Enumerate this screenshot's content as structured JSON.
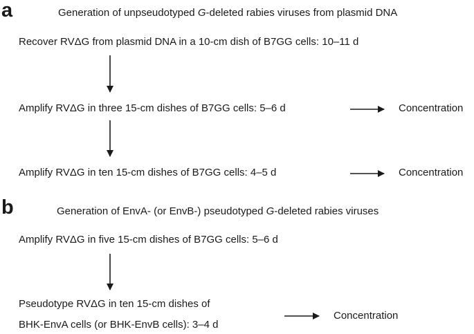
{
  "panel_a": {
    "letter": "a",
    "title": {
      "before": "Generation of unpseudotyped ",
      "italic": "G",
      "after": "-deleted rabies viruses from plasmid DNA"
    },
    "step1": "Recover RVΔG from plasmid DNA in a 10-cm dish of B7GG cells: 10–11 d",
    "step2": "Amplify RVΔG in three 15-cm dishes of B7GG cells: 5–6 d",
    "step2_output": "Concentration",
    "step3": "Amplify RVΔG in ten 15-cm dishes of B7GG cells: 4–5 d",
    "step3_output": "Concentration"
  },
  "panel_b": {
    "letter": "b",
    "title": {
      "before": "Generation of EnvA- (or EnvB-) pseudotyped ",
      "italic": "G",
      "after": "-deleted rabies viruses"
    },
    "step1": "Amplify RVΔG in five 15-cm dishes of B7GG cells: 5–6 d",
    "step2_line1": "Pseudotype RVΔG in ten 15-cm dishes of",
    "step2_line2": "BHK-EnvA cells (or BHK-EnvB cells): 3–4 d",
    "step2_output": "Concentration"
  },
  "colors": {
    "text": "#1a1a1a",
    "arrow": "#1a1a1a"
  }
}
